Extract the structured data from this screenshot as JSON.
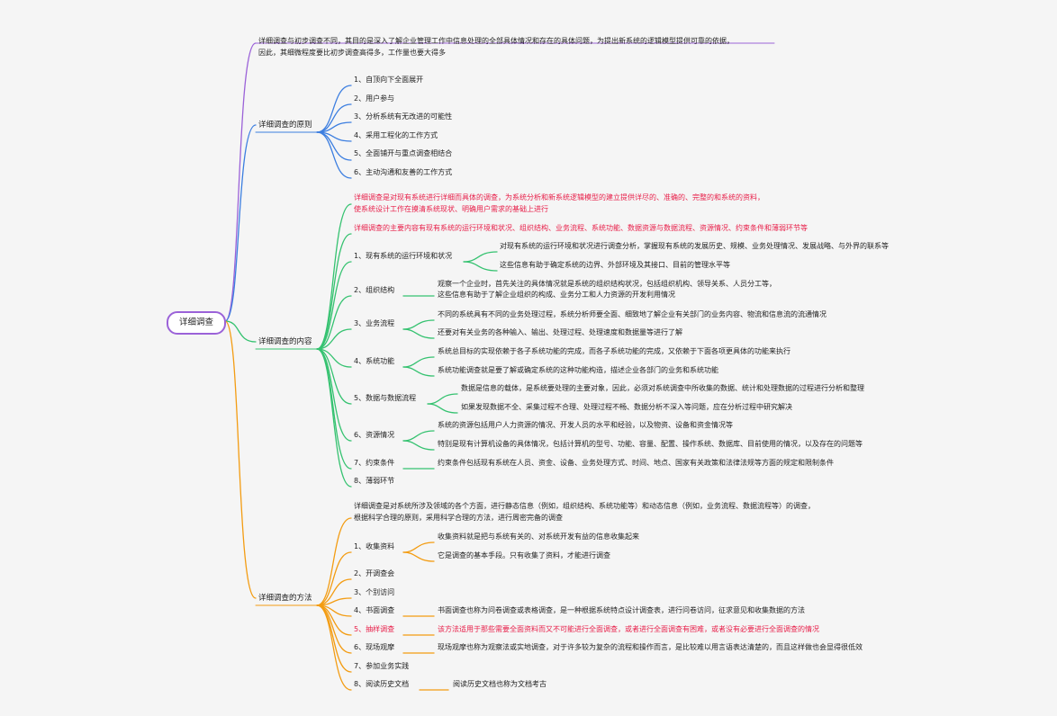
{
  "root": "详细调查",
  "colors": {
    "purple": "#9b62d8",
    "blue": "#3c7ee0",
    "green": "#35c270",
    "orange": "#f39c12",
    "highlight": "#e8204a"
  },
  "intro": {
    "line1": "详细调查与初步调查不同，其目的是深入了解企业管理工作中信息处理的全部具体情况和存在的具体问题，为提出新系统的逻辑模型提供可靠的依据，",
    "line2": "因此，其细微程度要比初步调查高得多，工作量也要大得多"
  },
  "principles": {
    "label": "详细调查的原则",
    "items": [
      "1、自顶向下全面展开",
      "2、用户参与",
      "3、分析系统有无改进的可能性",
      "4、采用工程化的工作方式",
      "5、全面铺开与重点调查相结合",
      "6、主动沟通和友善的工作方式"
    ]
  },
  "content": {
    "label": "详细调查的内容",
    "desc1_line1": "详细调查是对现有系统进行详细而具体的调查，为系统分析和新系统逻辑模型的建立提供详尽的、准确的、完整的和系统的资料，",
    "desc1_line2": "使系统设计工作在摸清系统现状、明确用户需求的基础上进行",
    "desc2": "详细调查的主要内容有现有系统的运行环境和状况、组织结构、业务流程、系统功能、数据资源与数据流程、资源情况、约束条件和薄弱环节等",
    "env": {
      "label": "1、现有系统的运行环境和状况",
      "d1": "对现有系统的运行环境和状况进行调查分析，掌握现有系统的发展历史、规模、业务处理情况、发展战略、与外界的联系等",
      "d2": "这些信息有助于确定系统的边界、外部环境及其接口、目前的管理水平等"
    },
    "org": {
      "label": "2、组织结构",
      "d1": "观察一个企业时，首先关注的具体情况就是系统的组织结构状况，包括组织机构、领导关系、人员分工等，",
      "d2": "这些信息有助于了解企业组织的构成、业务分工和人力资源的开发利用情况"
    },
    "flow": {
      "label": "3、业务流程",
      "d1": "不同的系统具有不同的业务处理过程，系统分析师要全面、细致地了解企业有关部门的业务内容、物流和信息流的流通情况",
      "d2": "还要对有关业务的各种输入、输出、处理过程、处理速度和数据量等进行了解"
    },
    "func": {
      "label": "4、系统功能",
      "d1": "系统总目标的实现依赖于各子系统功能的完成，而各子系统功能的完成，又依赖于下面各项更具体的功能来执行",
      "d2": "系统功能调查就是要了解或确定系统的这种功能构造，描述企业各部门的业务和系统功能"
    },
    "data": {
      "label": "5、数据与数据流程",
      "d1": "数据是信息的载体，是系统要处理的主要对象，因此，必须对系统调查中所收集的数据、统计和处理数据的过程进行分析和整理",
      "d2": "如果发现数据不全、采集过程不合理、处理过程不畅、数据分析不深入等问题，应在分析过程中研究解决"
    },
    "res": {
      "label": "6、资源情况",
      "d1": "系统的资源包括用户人力资源的情况、开发人员的水平和经验，以及物资、设备和资金情况等",
      "d2": "特别是现有计算机设备的具体情况，包括计算机的型号、功能、容量、配置、操作系统、数据库、目前使用的情况，以及存在的问题等"
    },
    "cons": {
      "label": "7、约束条件",
      "d1": "约束条件包括现有系统在人员、资金、设备、业务处理方式、时间、地点、国家有关政策和法律法规等方面的规定和限制条件"
    },
    "weak": {
      "label": "8、薄弱环节"
    }
  },
  "methods": {
    "label": "详细调查的方法",
    "desc_line1": "详细调查是对系统所涉及领域的各个方面，进行静态信息（例如，组织结构、系统功能等）和动态信息（例如，业务流程、数据流程等）的调查，",
    "desc_line2": "根据科学合理的原则，采用科学合理的方法，进行周密完备的调查",
    "collect": {
      "label": "1、收集资料",
      "d1": "收集资料就是把与系统有关的、对系统开发有益的信息收集起来",
      "d2": "它是调查的基本手段。只有收集了资料，才能进行调查"
    },
    "meeting": "2、开调查会",
    "visit": "3、个别访问",
    "written": {
      "label": "4、书面调查",
      "d1": "书面调查也称为问卷调查或表格调查，是一种根据系统特点设计调查表，进行问卷访问，征求意见和收集数据的方法"
    },
    "sample": {
      "label": "5、抽样调查",
      "d1": "该方法适用于那些需要全面资料而又不可能进行全面调查，或者进行全面调查有困难，或者没有必要进行全面调查的情况"
    },
    "observe": {
      "label": "6、现场观摩",
      "d1": "现场观摩也称为观察法或实地调查，对于许多较为复杂的流程和操作而言，是比较难以用言语表达清楚的，而且这样做也会显得很低效"
    },
    "practice": "7、参加业务实践",
    "history": {
      "label": "8、阅读历史文档",
      "d1": "阅读历史文档也称为文档考古"
    }
  }
}
